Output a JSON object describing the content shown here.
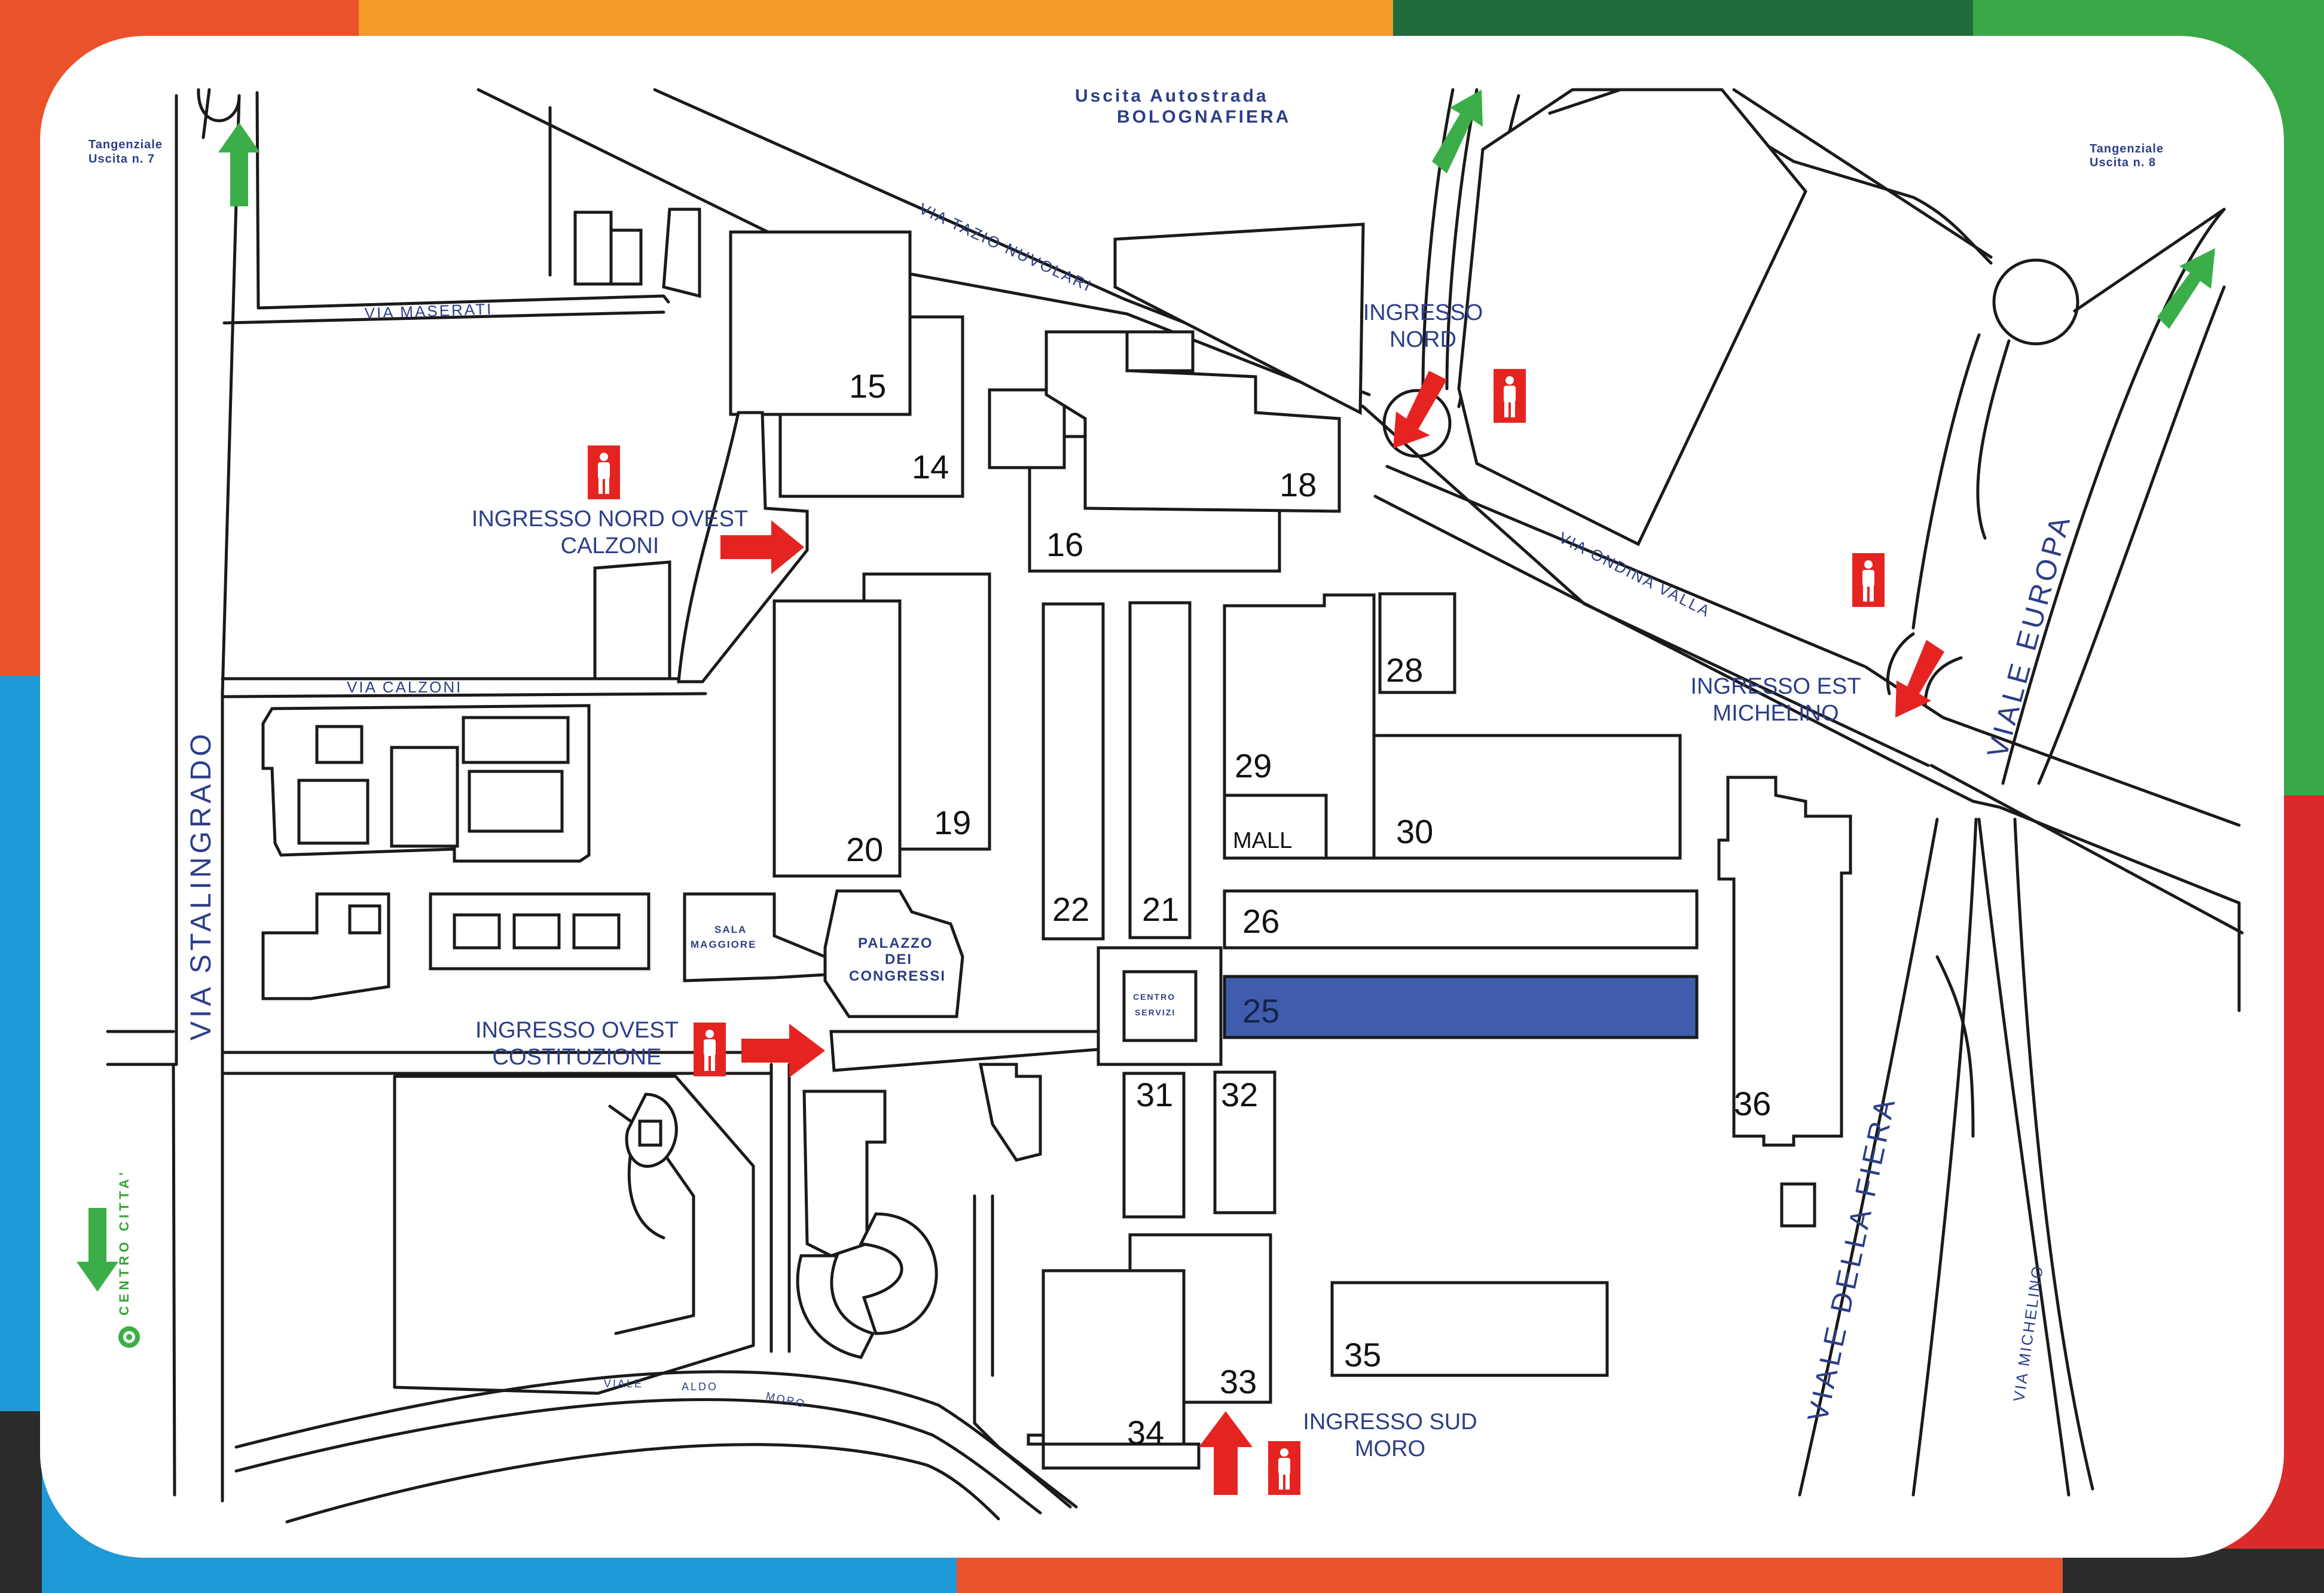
{
  "title": "",
  "colors": {
    "frame_orange_red": "#e9522a",
    "frame_orange": "#f39a2b",
    "frame_dark_green": "#1f6b3a",
    "frame_green": "#39a846",
    "frame_blue": "#1e9ad6",
    "frame_red": "#d92b2a",
    "frame_dark": "#2b2b2b",
    "highlight_pavilion": "#3f5dac",
    "entrance_red": "#e52421",
    "exit_green": "#3cae49",
    "label_blue": "#2c3e87"
  },
  "highway_exit": {
    "line1": "Uscita Autostrada",
    "line2": "BOLOGNAFIERA"
  },
  "tangenziale": [
    {
      "line1": "Tangenziale",
      "line2": "Uscita n. 7"
    },
    {
      "line1": "Tangenziale",
      "line2": "Uscita n. 8"
    }
  ],
  "city_centre": "CENTRO CITTA'",
  "streets": {
    "stalingrado": "VIA STALINGRADO",
    "maserati": "VIA MASERATI",
    "calzoni": "VIA CALZONI",
    "nuvolari": "VIA TAZIO NUVOLARI",
    "ondina_valla": "VIA ONDINA VALLA",
    "europa": "VIALE EUROPA",
    "fiera": "VIALE DELLA FIERA",
    "michelino": "VIA MICHELINO",
    "aldo_moro": [
      "VIALE",
      "ALDO",
      "MORO"
    ]
  },
  "entrances": [
    {
      "id": "nord",
      "lines": [
        "INGRESSO",
        "NORD"
      ]
    },
    {
      "id": "nord_ovest",
      "lines": [
        "INGRESSO NORD OVEST",
        "CALZONI"
      ]
    },
    {
      "id": "est",
      "lines": [
        "INGRESSO EST",
        "MICHELINO"
      ]
    },
    {
      "id": "ovest",
      "lines": [
        "INGRESSO OVEST",
        "COSTITUZIONE"
      ]
    },
    {
      "id": "sud",
      "lines": [
        "INGRESSO SUD",
        "MORO"
      ]
    }
  ],
  "pavilions": {
    "p14": "14",
    "p15": "15",
    "p16": "16",
    "p18": "18",
    "p19": "19",
    "p20": "20",
    "p21": "21",
    "p22": "22",
    "p25": "25",
    "p26": "26",
    "p28": "28",
    "p29": "29",
    "p30": "30",
    "p31": "31",
    "p32": "32",
    "p33": "33",
    "p34": "34",
    "p35": "35",
    "p36": "36"
  },
  "highlighted_pavilion": "25",
  "mall": "MALL",
  "sala_maggiore": [
    "SALA",
    "MAGGIORE"
  ],
  "palazzo_congressi": [
    "PALAZZO",
    "DEI",
    "CONGRESSI"
  ],
  "centro_servizi": [
    "CENTRO",
    "SERVIZI"
  ]
}
